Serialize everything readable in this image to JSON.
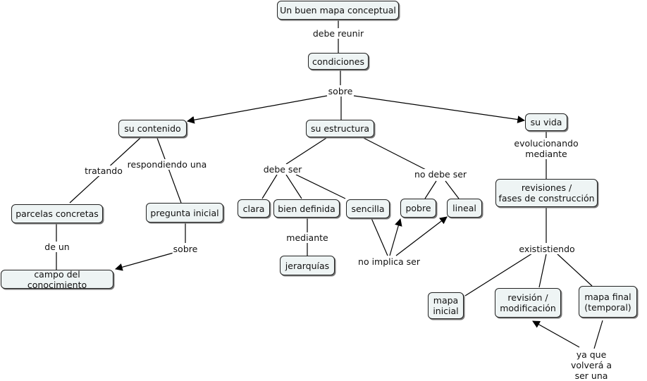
{
  "concepts": {
    "root": "Un buen mapa conceptual",
    "condiciones": "condiciones",
    "contenido": "su contenido",
    "estructura": "su estructura",
    "vida": "su vida",
    "parcelas": "parcelas concretas",
    "pregunta": "pregunta inicial",
    "campo": "campo del conocimiento",
    "clara": "clara",
    "bien_definida": "bien definida",
    "sencilla": "sencilla",
    "pobre": "pobre",
    "lineal": "lineal",
    "jerarquias": "jerarquías",
    "revisiones": "revisiones /\nfases de construcción",
    "mapa_inicial": "mapa\ninicial",
    "revision": "revisión /\nmodificación",
    "mapa_final": "mapa final\n(temporal)"
  },
  "links": {
    "debe_reunir": "debe reunir",
    "sobre_1": "sobre",
    "tratando": "tratando",
    "respondiendo": "respondiendo una",
    "de_un": "de un",
    "sobre_2": "sobre",
    "debe_ser": "debe ser",
    "no_debe_ser": "no debe ser",
    "mediante": "mediante",
    "no_implica": "no implica ser",
    "evolucionando": "evolucionando\nmediante",
    "existiendo": "exististiendo",
    "volvera": "ya que volverá a ser una"
  },
  "colors": {
    "node_fill": "#eef4f4",
    "node_border": "#222222",
    "line": "#000000"
  }
}
